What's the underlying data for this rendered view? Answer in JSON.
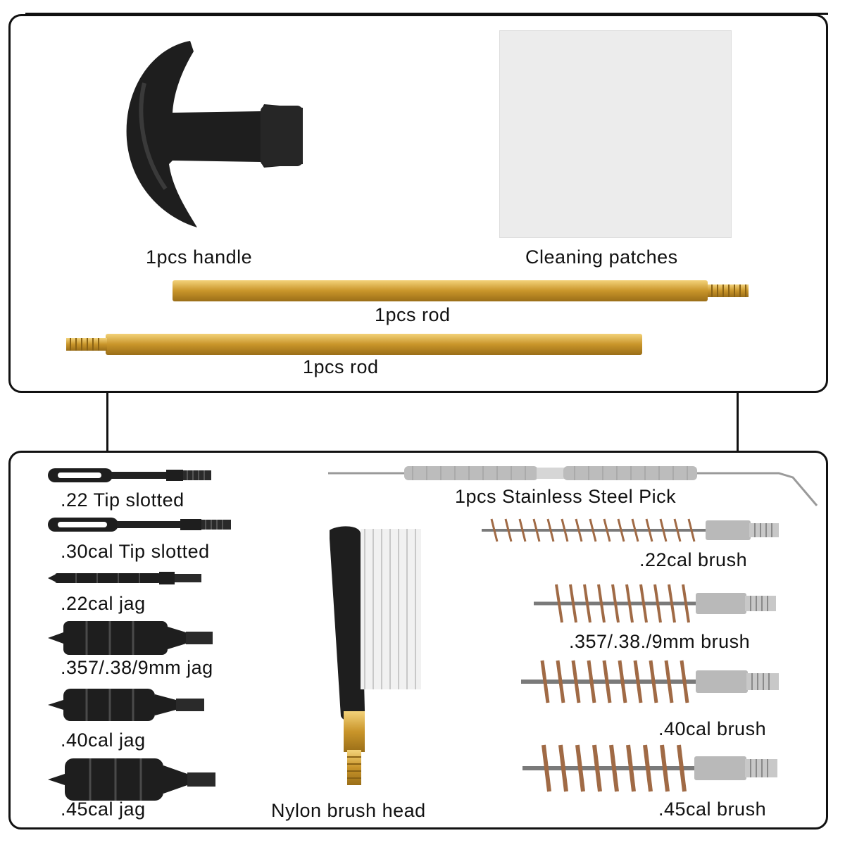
{
  "top_panel": {
    "handle_label": "1pcs handle",
    "patches_label": "Cleaning patches",
    "rod1_label": "1pcs rod",
    "rod2_label": "1pcs rod"
  },
  "bottom_panel": {
    "left_items": [
      ".22 Tip slotted",
      ".30cal Tip slotted",
      ".22cal jag",
      ".357/.38/9mm jag",
      ".40cal jag",
      ".45cal jag"
    ],
    "nylon_label": "Nylon brush head",
    "pick_label": "1pcs Stainless Steel Pick",
    "brushes": [
      ".22cal brush",
      ".357/.38./9mm brush",
      ".40cal brush",
      ".45cal brush"
    ]
  },
  "colors": {
    "border": "#111111",
    "brass": "#d4a830",
    "bronze": "#a06a45",
    "black_part": "#1e1e1e",
    "patch": "#ececec"
  },
  "icons": [
    "t-handle-icon",
    "cleaning-patch-icon",
    "brass-rod-icon",
    "slotted-tip-icon",
    "jag-icon",
    "pick-icon",
    "nylon-brush-icon",
    "bronze-brush-icon"
  ]
}
